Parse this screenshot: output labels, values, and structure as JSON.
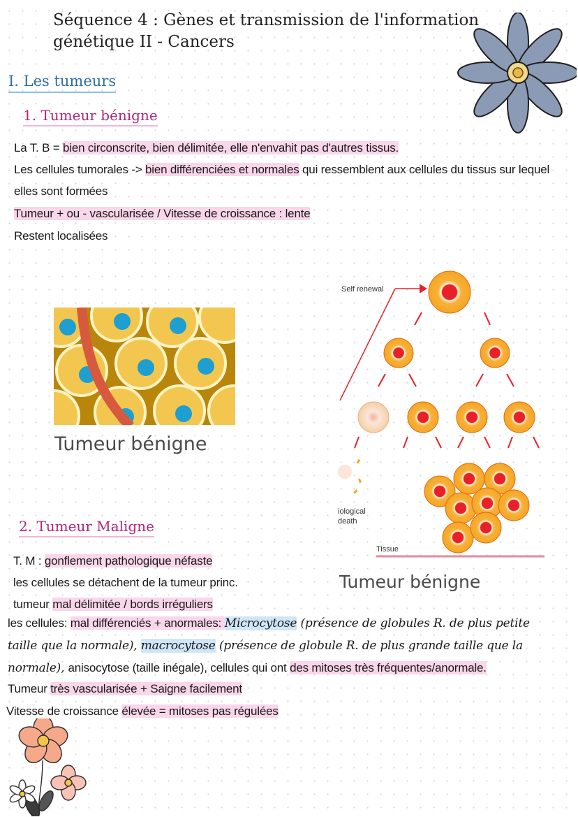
{
  "title_line1": "Séquence 4 : Gènes et transmission de l'information",
  "title_line2": "génétique II - Cancers",
  "section1_heading": "I. Les tumeurs",
  "benign": {
    "heading": "1. Tumeur bénigne",
    "l1_a": "La T. B = ",
    "l1_b": "bien circonscrite, bien délimitée, elle n'envahit pas d'autres tissus.",
    "l2_a": "Les cellules tumorales -> ",
    "l2_b": "bien différenciées et normales",
    "l2_c": " qui ressemblent aux cellules du tissus sur lequel",
    "l3": "elles sont formées",
    "l4": "Tumeur + ou - vascularisée / Vitesse de croissance : lente",
    "l5": "Restent localisées"
  },
  "figure_left_caption": "Tumeur bénigne",
  "figure_right": {
    "self_renewal": "Self renewal",
    "death_1": "iological",
    "death_2": "death",
    "tissue": "Tissue",
    "caption": "Tumeur bénigne"
  },
  "malignant": {
    "heading": "2. Tumeur Maligne",
    "l1_a": "T. M : ",
    "l1_b": "gonflement pathologique néfaste",
    "l2": "les cellules se détachent de la tumeur princ.",
    "l3_a": "tumeur ",
    "l3_b": "mal délimitée / bords irréguliers",
    "l4_a": "les cellules: ",
    "l4_b": "mal différenciés + anormales: ",
    "l4_c": "Microcytose",
    "l4_d": " (présence de globules R. de plus petite",
    "l5_a": "taille que la normale), ",
    "l5_b": "macrocytose",
    "l5_c": " (présence de globule R. de plus grande taille que la",
    "l6_a": "normale), ",
    "l6_b": "anisocytose (taille inégale), cellules qui ont ",
    "l6_c": "des mitoses très fréquentes/anormale.",
    "l7_a": "Tumeur ",
    "l7_b": "très vascularisée + Saigne facilement",
    "l8_a": "Vitesse de croissance ",
    "l8_b": "élevée = mitoses pas régulées"
  },
  "colors": {
    "title_blue": "#2f6ea6",
    "heading_magenta": "#b0247c",
    "highlight_pink": "#f9d6ea",
    "highlight_blue": "#cfe6f7",
    "cell_orange": "#f5a623",
    "cell_red": "#e8202a"
  }
}
